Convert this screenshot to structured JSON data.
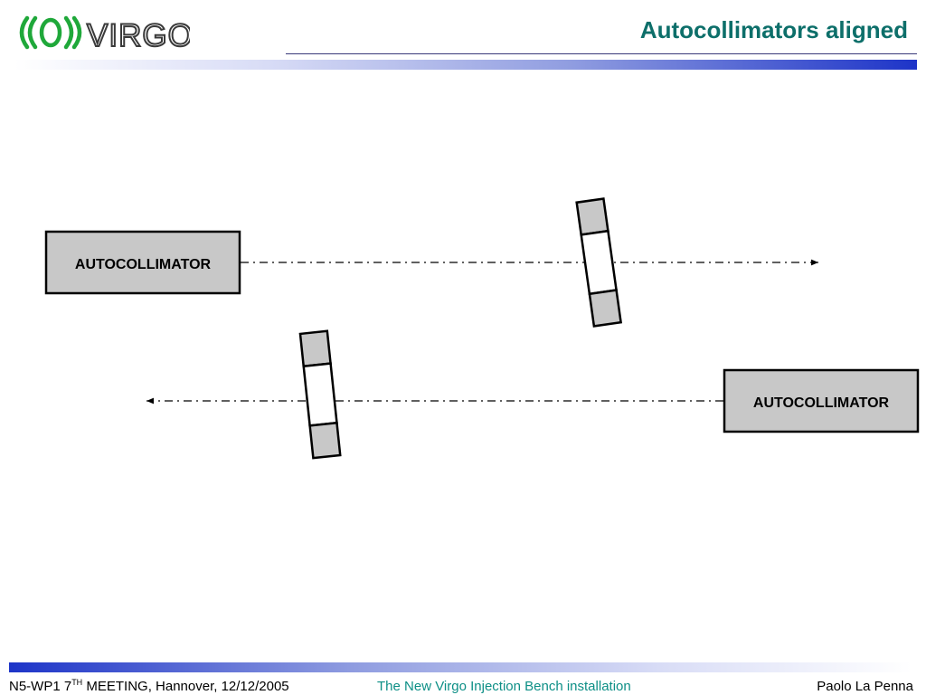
{
  "header": {
    "logo_text": "VIRGO",
    "title": "Autocollimators aligned"
  },
  "diagram": {
    "autocollimator_left_label": "AUTOCOLLIMATOR",
    "autocollimator_right_label": "AUTOCOLLIMATOR"
  },
  "footer": {
    "left_prefix": "N5-WP1 7",
    "left_superscript": "TH",
    "left_suffix": " MEETING, Hannover, 12/12/2005",
    "center": "The New Virgo Injection Bench installation",
    "right": "Paolo La Penna"
  },
  "colors": {
    "title": "#0d6f6a",
    "logo_green": "#1fa83a",
    "logo_gray": "#3a3a3a",
    "box_fill": "#c8c8c8",
    "footer_center": "#0d8f86",
    "band_blue": "#1d34c8"
  },
  "icons": {
    "logo_mark": "virgo-wave-logo-icon"
  }
}
